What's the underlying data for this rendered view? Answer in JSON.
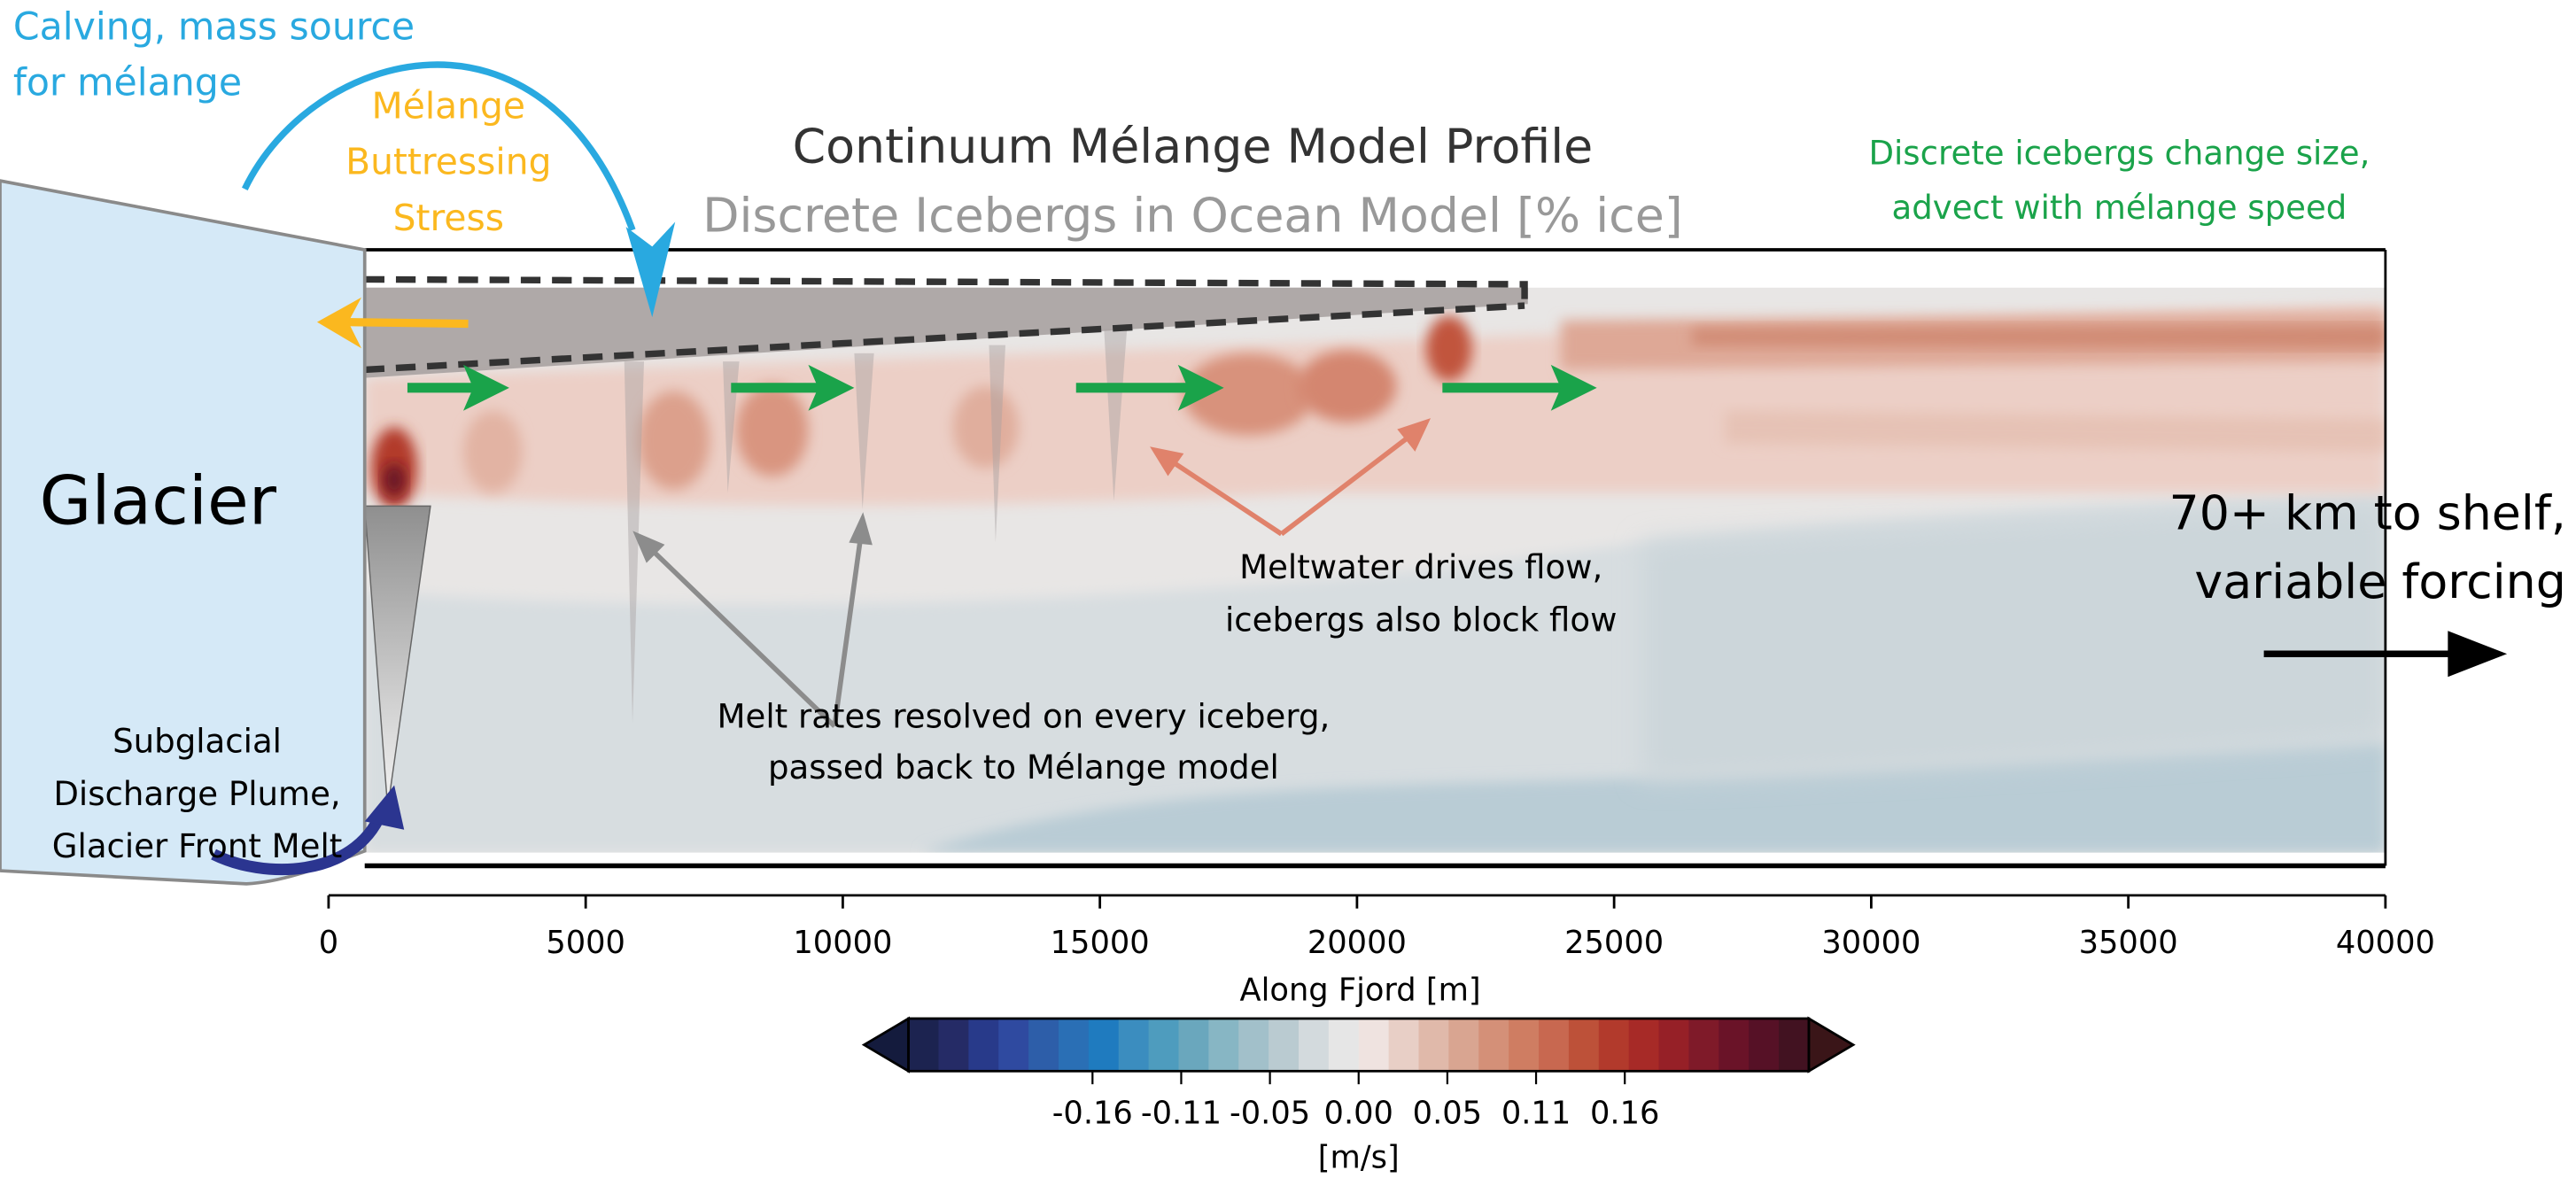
{
  "annotations": {
    "calving": [
      "Calving, mass source",
      "for mélange"
    ],
    "buttressing": [
      "Mélange",
      "Buttressing",
      "Stress"
    ],
    "title": "Continuum Mélange Model Profile",
    "subtitle": "Discrete Icebergs in Ocean Model [% ice]",
    "discrete": [
      "Discrete icebergs change size,",
      "advect with mélange speed"
    ],
    "glacier": "Glacier",
    "shelf": [
      "70+ km to shelf,",
      "variable forcing"
    ],
    "plume": [
      "Subglacial",
      "Discharge Plume,",
      "Glacier Front Melt"
    ],
    "melt_rates": [
      "Melt rates resolved on every iceberg,",
      "passed back to Mélange model"
    ],
    "meltwater": [
      "Meltwater drives flow,",
      "icebergs also block flow"
    ]
  },
  "x_axis": {
    "label": "Along Fjord [m]",
    "ticks": [
      "0",
      "5000",
      "10000",
      "15000",
      "20000",
      "25000",
      "30000",
      "35000",
      "40000"
    ]
  },
  "colorbar": {
    "label": "[m/s]",
    "ticks": [
      "-0.16",
      "-0.11",
      "-0.05",
      "0.00",
      "0.05",
      "0.11",
      "0.16"
    ],
    "colors": [
      "#1c2350",
      "#252b66",
      "#283a8a",
      "#2f4aa0",
      "#2d5ea9",
      "#2a6fb5",
      "#1f7bbf",
      "#3b8dbf",
      "#4e9cbe",
      "#6aa7bd",
      "#87b6c4",
      "#a2c0ca",
      "#bacbd1",
      "#d3dadd",
      "#e6e6e6",
      "#efe3e0",
      "#e8cfc6",
      "#e0b9aa",
      "#d9a591",
      "#d49078",
      "#cf7d62",
      "#c86850",
      "#bd5139",
      "#b23a2c",
      "#a72a27",
      "#962027",
      "#7f1a29",
      "#6a1328",
      "#561126",
      "#421221"
    ],
    "extend_low": "#141b3d",
    "extend_high": "#3a1518"
  },
  "colors": {
    "calving": "#29a9e0",
    "buttressing": "#fbb81f",
    "discrete": "#1aa34a",
    "glacier_fill": "#d5e9f7",
    "navy": "#2b3590",
    "salmon": "#e0826b",
    "gray_arrow": "#8c8c8c"
  }
}
